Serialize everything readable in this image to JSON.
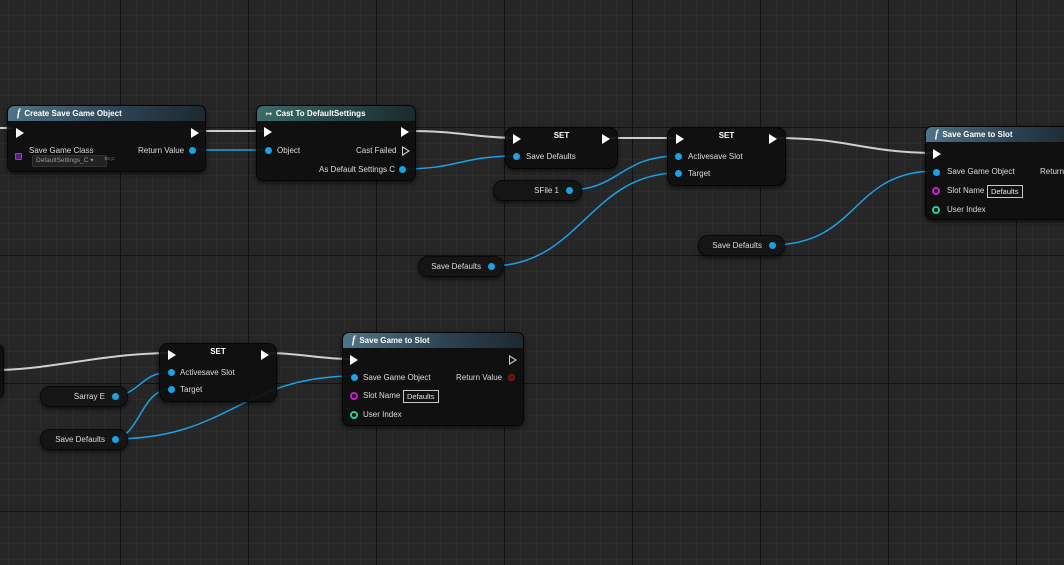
{
  "create_save_game": {
    "title": "Create Save Game Object",
    "save_game_class_label": "Save Game Class",
    "save_game_class_value": "DefaultSettings_C",
    "return_value_label": "Return Value"
  },
  "cast_node": {
    "title": "Cast To DefaultSettings",
    "object_label": "Object",
    "cast_failed_label": "Cast Failed",
    "as_label": "As Default Settings C"
  },
  "set_nodes": [
    {
      "title": "SET",
      "pins": [
        "Save Defaults"
      ]
    },
    {
      "title": "SET",
      "pins": [
        "Activesave Slot",
        "Target"
      ]
    },
    {
      "title": "SET",
      "pins": [
        "Activesave Slot",
        "Target"
      ]
    }
  ],
  "variables": {
    "sfile_1": "SFile 1",
    "save_defaults_top": "Save Defaults",
    "save_defaults_right": "Save Defaults",
    "sarray_e": "Sarray E",
    "save_defaults_bottom": "Save Defaults"
  },
  "save_game_to_slot_top": {
    "title": "Save Game to Slot",
    "save_game_object_label": "Save Game Object",
    "slot_name_label": "Slot Name",
    "slot_name_value": "Defaults",
    "user_index_label": "User Index",
    "return_value_label": "Return V"
  },
  "save_game_to_slot_bottom": {
    "title": "Save Game to Slot",
    "save_game_object_label": "Save Game Object",
    "slot_name_label": "Slot Name",
    "slot_name_value": "Defaults",
    "user_index_label": "User Index",
    "return_value_label": "Return Value"
  },
  "colors": {
    "exec_wire": "#d9d9d9",
    "object_pin": "#1ba1e6",
    "string_pin": "#d11ad1",
    "int_pin": "#2acf9a",
    "bool_pin": "#8a1a1a",
    "function_header": "#4f7487",
    "cast_header": "#3c6b6b"
  },
  "icons": {
    "function": "f",
    "cast": "arrow-right-icon",
    "exec": "exec-triangle-icon"
  }
}
